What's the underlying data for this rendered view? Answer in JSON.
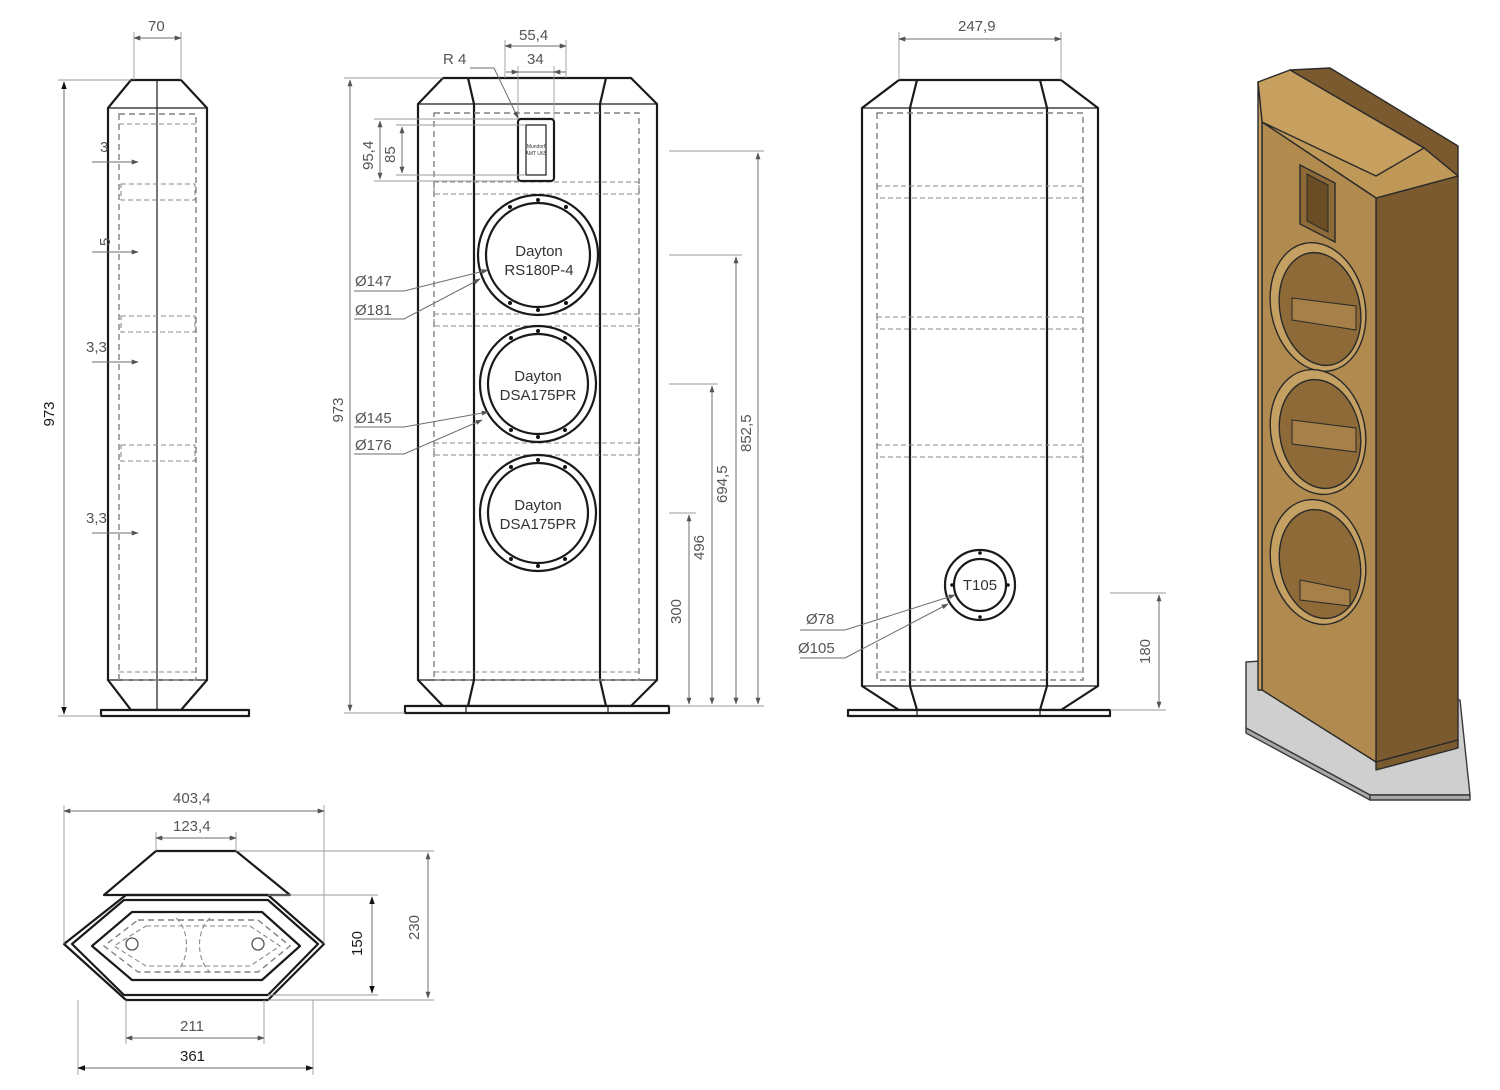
{
  "side_view": {
    "width": "70",
    "height": "973",
    "panel_thickness_top": "3",
    "panel_thickness_mid": "5",
    "brace_gap_1": "3,3",
    "brace_gap_2": "3,3"
  },
  "front_view": {
    "top_width": "55,4",
    "tweeter_width": "34",
    "corner_radius": "R 4",
    "tweeter_slot_outer": "95,4",
    "tweeter_slot_inner": "85",
    "tweeter_label": [
      "Mundorf",
      "AMT U65"
    ],
    "height": "973",
    "drivers": [
      {
        "brand": "Dayton",
        "model": "RS180P-4",
        "cutout": "Ø147",
        "flange": "Ø181"
      },
      {
        "brand": "Dayton",
        "model": "DSA175PR",
        "cutout": "Ø145",
        "flange": "Ø176"
      },
      {
        "brand": "Dayton",
        "model": "DSA175PR"
      }
    ],
    "heights": [
      "852,5",
      "694,5",
      "496",
      "300"
    ]
  },
  "back_view": {
    "width": "247,9",
    "port_label": "T105",
    "port_inner": "Ø78",
    "port_outer": "Ø105",
    "port_height": "180"
  },
  "top_view": {
    "outer_width": "403,4",
    "front_width": "123,4",
    "inner_width": "211",
    "base_width": "361",
    "inner_depth": "150",
    "outer_depth": "230"
  },
  "colors": {
    "mdf": "#b08a4e",
    "mdf_light": "#c79f5f",
    "mdf_dark": "#7a5a2e",
    "plinth": "#cfcfcf",
    "outline": "#1a1a1a",
    "hidden_line": "#808080"
  }
}
